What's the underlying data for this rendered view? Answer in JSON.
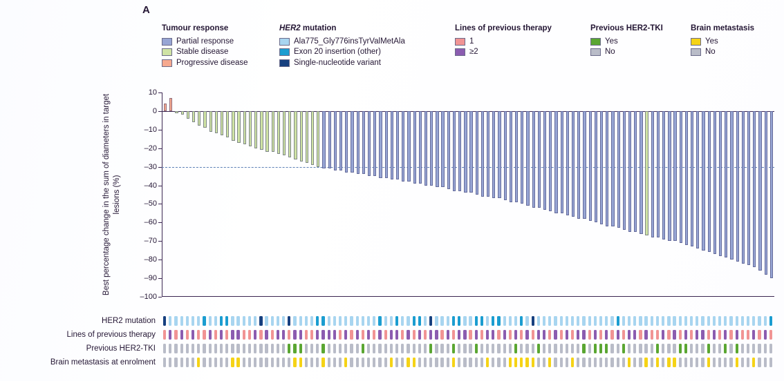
{
  "panel": {
    "label": "A"
  },
  "legend": [
    {
      "title": "Tumour response",
      "italic_prefix": "",
      "items": [
        {
          "label": "Partial response",
          "color": "#97a5d4"
        },
        {
          "label": "Stable disease",
          "color": "#cfe3a4"
        },
        {
          "label": "Progressive disease",
          "color": "#f6a98f"
        }
      ]
    },
    {
      "title": "HER2 mutation",
      "italic_prefix": "HER2",
      "items": [
        {
          "label": "Ala775_Gly776insTyrValMetAla",
          "color": "#a8d5f0"
        },
        {
          "label": "Exon 20 insertion (other)",
          "color": "#1b9dd0"
        },
        {
          "label": "Single-nucleotide variant",
          "color": "#17407f"
        }
      ]
    },
    {
      "title": "Lines of previous therapy",
      "italic_prefix": "",
      "items": [
        {
          "label": "1",
          "color": "#f19494"
        },
        {
          "label": "≥2",
          "color": "#8b5cb0"
        }
      ]
    },
    {
      "title": "Previous HER2-TKI",
      "italic_prefix": "",
      "items": [
        {
          "label": "Yes",
          "color": "#5aa632"
        },
        {
          "label": "No",
          "color": "#b9bcc8"
        }
      ]
    },
    {
      "title": "Brain metastasis",
      "italic_prefix": "",
      "items": [
        {
          "label": "Yes",
          "color": "#f5d316"
        },
        {
          "label": "No",
          "color": "#b9bcc8"
        }
      ]
    }
  ],
  "chart_data": {
    "type": "bar",
    "title": "",
    "xlabel": "",
    "ylabel": "Best percentage change in the sum of diameters in target lesions (%)",
    "ylim": [
      -100,
      10
    ],
    "yticks": [
      10,
      0,
      -10,
      -20,
      -30,
      -40,
      -50,
      -60,
      -70,
      -80,
      -90,
      -100
    ],
    "grid": false,
    "threshold_line": -30,
    "legend_position": "top",
    "categories_count": 108,
    "series": [
      {
        "name": "Best percentage change in target lesions",
        "values": [
          4,
          7,
          -1,
          -2,
          -4,
          -6,
          -8,
          -9,
          -11,
          -12,
          -13,
          -14,
          -16,
          -17,
          -18,
          -19,
          -20,
          -21,
          -22,
          -22,
          -23,
          -24,
          -25,
          -26,
          -27,
          -28,
          -29,
          -30,
          -31,
          -31,
          -32,
          -32,
          -33,
          -33,
          -34,
          -34,
          -35,
          -35,
          -36,
          -36,
          -37,
          -37,
          -38,
          -38,
          -39,
          -39,
          -40,
          -40,
          -41,
          -41,
          -42,
          -43,
          -43,
          -44,
          -44,
          -45,
          -46,
          -46,
          -47,
          -47,
          -48,
          -49,
          -49,
          -50,
          -51,
          -52,
          -52,
          -53,
          -54,
          -55,
          -55,
          -56,
          -57,
          -58,
          -58,
          -59,
          -60,
          -61,
          -62,
          -62,
          -63,
          -64,
          -65,
          -65,
          -66,
          -67,
          -68,
          -68,
          -69,
          -70,
          -70,
          -71,
          -72,
          -73,
          -74,
          -75,
          -76,
          -77,
          -78,
          -79,
          -80,
          -81,
          -82,
          -83,
          -84,
          -86,
          -88,
          -90
        ],
        "response_codes": [
          "PD",
          "PD",
          "SD",
          "SD",
          "SD",
          "SD",
          "SD",
          "SD",
          "SD",
          "SD",
          "SD",
          "SD",
          "SD",
          "SD",
          "SD",
          "SD",
          "SD",
          "SD",
          "SD",
          "SD",
          "SD",
          "SD",
          "SD",
          "SD",
          "SD",
          "SD",
          "SD",
          "SD",
          "PR",
          "PR",
          "PR",
          "PR",
          "PR",
          "PR",
          "PR",
          "PR",
          "PR",
          "PR",
          "PR",
          "PR",
          "PR",
          "PR",
          "PR",
          "PR",
          "PR",
          "PR",
          "PR",
          "PR",
          "PR",
          "PR",
          "PR",
          "PR",
          "PR",
          "PR",
          "PR",
          "PR",
          "PR",
          "PR",
          "PR",
          "PR",
          "PR",
          "PR",
          "PR",
          "PR",
          "PR",
          "PR",
          "PR",
          "PR",
          "PR",
          "PR",
          "PR",
          "PR",
          "PR",
          "PR",
          "PR",
          "PR",
          "PR",
          "PR",
          "PR",
          "PR",
          "PR",
          "PR",
          "PR",
          "PR",
          "PR",
          "SD",
          "PR",
          "PR",
          "PR",
          "PR",
          "PR",
          "PR",
          "PR",
          "PR",
          "PR",
          "PR",
          "PR",
          "PR",
          "PR",
          "PR",
          "PR",
          "PR",
          "PR",
          "PR",
          "PR",
          "PR",
          "PR",
          "PR"
        ]
      }
    ],
    "response_colors": {
      "PR": "#97a5d4",
      "SD": "#cfe3a4",
      "PD": "#f6a98f"
    }
  },
  "tracks": [
    {
      "label": "HER2 mutation",
      "colors": {
        "ins": "#a8d5f0",
        "exon20": "#1b9dd0",
        "snv": "#17407f"
      },
      "codes": [
        "snv",
        "ins",
        "ins",
        "ins",
        "ins",
        "ins",
        "ins",
        "exon20",
        "ins",
        "ins",
        "exon20",
        "exon20",
        "ins",
        "ins",
        "ins",
        "ins",
        "ins",
        "snv",
        "ins",
        "ins",
        "ins",
        "ins",
        "snv",
        "ins",
        "ins",
        "ins",
        "ins",
        "exon20",
        "exon20",
        "ins",
        "ins",
        "ins",
        "ins",
        "ins",
        "ins",
        "ins",
        "ins",
        "ins",
        "exon20",
        "ins",
        "ins",
        "exon20",
        "ins",
        "ins",
        "exon20",
        "exon20",
        "ins",
        "snv",
        "ins",
        "ins",
        "ins",
        "exon20",
        "exon20",
        "ins",
        "ins",
        "exon20",
        "exon20",
        "ins",
        "exon20",
        "exon20",
        "ins",
        "ins",
        "ins",
        "exon20",
        "ins",
        "snv",
        "ins",
        "ins",
        "ins",
        "ins",
        "ins",
        "ins",
        "ins",
        "ins",
        "ins",
        "ins",
        "ins",
        "ins",
        "ins",
        "ins",
        "exon20",
        "ins",
        "ins",
        "ins",
        "ins",
        "ins",
        "ins",
        "ins",
        "ins",
        "ins",
        "ins",
        "ins",
        "ins",
        "ins",
        "ins",
        "ins",
        "ins",
        "ins",
        "ins",
        "ins",
        "ins",
        "ins",
        "ins",
        "ins",
        "ins",
        "ins",
        "ins",
        "exon20"
      ]
    },
    {
      "label": "Lines of previous therapy",
      "colors": {
        "one": "#f19494",
        "two_plus": "#8b5cb0"
      },
      "codes": [
        "one",
        "two_plus",
        "one",
        "two_plus",
        "one",
        "two_plus",
        "one",
        "one",
        "two_plus",
        "one",
        "two_plus",
        "one",
        "two_plus",
        "two_plus",
        "one",
        "one",
        "two_plus",
        "one",
        "two_plus",
        "one",
        "two_plus",
        "two_plus",
        "one",
        "two_plus",
        "two_plus",
        "one",
        "one",
        "two_plus",
        "two_plus",
        "two_plus",
        "two_plus",
        "one",
        "two_plus",
        "one",
        "two_plus",
        "one",
        "two_plus",
        "one",
        "two_plus",
        "one",
        "two_plus",
        "two_plus",
        "one",
        "two_plus",
        "one",
        "two_plus",
        "one",
        "two_plus",
        "two_plus",
        "one",
        "two_plus",
        "one",
        "two_plus",
        "two_plus",
        "one",
        "two_plus",
        "one",
        "two_plus",
        "two_plus",
        "one",
        "two_plus",
        "one",
        "two_plus",
        "one",
        "two_plus",
        "one",
        "two_plus",
        "two_plus",
        "one",
        "two_plus",
        "one",
        "two_plus",
        "one",
        "two_plus",
        "two_plus",
        "one",
        "two_plus",
        "one",
        "two_plus",
        "one",
        "two_plus",
        "one",
        "two_plus",
        "two_plus",
        "one",
        "two_plus",
        "one",
        "one",
        "two_plus",
        "one",
        "two_plus",
        "one",
        "two_plus",
        "one",
        "two_plus",
        "two_plus",
        "one",
        "two_plus",
        "one",
        "two_plus",
        "one",
        "two_plus",
        "one",
        "one",
        "two_plus",
        "one",
        "two_plus",
        "one"
      ]
    },
    {
      "label": "Previous HER2-TKI",
      "colors": {
        "yes": "#5aa632",
        "no": "#b9bcc8"
      },
      "codes": [
        "no",
        "no",
        "no",
        "no",
        "no",
        "no",
        "no",
        "no",
        "no",
        "no",
        "no",
        "no",
        "no",
        "no",
        "no",
        "no",
        "no",
        "no",
        "no",
        "no",
        "no",
        "no",
        "yes",
        "yes",
        "yes",
        "no",
        "no",
        "no",
        "yes",
        "no",
        "no",
        "no",
        "no",
        "no",
        "no",
        "yes",
        "no",
        "no",
        "no",
        "no",
        "no",
        "no",
        "no",
        "no",
        "no",
        "no",
        "no",
        "yes",
        "no",
        "no",
        "no",
        "yes",
        "no",
        "no",
        "no",
        "yes",
        "no",
        "no",
        "no",
        "no",
        "no",
        "no",
        "yes",
        "no",
        "no",
        "no",
        "yes",
        "no",
        "no",
        "no",
        "no",
        "no",
        "no",
        "no",
        "yes",
        "no",
        "yes",
        "yes",
        "yes",
        "no",
        "no",
        "yes",
        "no",
        "no",
        "no",
        "no",
        "no",
        "yes",
        "no",
        "no",
        "no",
        "yes",
        "yes",
        "no",
        "no",
        "no",
        "yes",
        "no",
        "no",
        "yes",
        "no",
        "yes",
        "no",
        "no",
        "no",
        "no",
        "no",
        "no"
      ]
    },
    {
      "label": "Brain metastasis at enrolment",
      "colors": {
        "yes": "#f5d316",
        "no": "#b9bcc8"
      },
      "codes": [
        "no",
        "no",
        "no",
        "no",
        "no",
        "no",
        "yes",
        "no",
        "no",
        "no",
        "no",
        "no",
        "yes",
        "yes",
        "no",
        "no",
        "no",
        "no",
        "no",
        "no",
        "no",
        "no",
        "no",
        "yes",
        "yes",
        "no",
        "no",
        "no",
        "yes",
        "no",
        "no",
        "no",
        "yes",
        "no",
        "no",
        "no",
        "no",
        "no",
        "no",
        "no",
        "yes",
        "no",
        "no",
        "yes",
        "yes",
        "no",
        "no",
        "no",
        "no",
        "no",
        "no",
        "yes",
        "no",
        "no",
        "no",
        "no",
        "no",
        "yes",
        "no",
        "no",
        "no",
        "yes",
        "yes",
        "yes",
        "yes",
        "yes",
        "no",
        "no",
        "yes",
        "no",
        "no",
        "no",
        "yes",
        "no",
        "no",
        "no",
        "no",
        "no",
        "no",
        "no",
        "no",
        "no",
        "yes",
        "no",
        "no",
        "yes",
        "no",
        "yes",
        "no",
        "yes",
        "yes",
        "no",
        "no",
        "no",
        "no",
        "no",
        "yes",
        "no",
        "no",
        "no",
        "no",
        "yes",
        "no",
        "no",
        "yes",
        "no",
        "no",
        "no"
      ]
    }
  ]
}
